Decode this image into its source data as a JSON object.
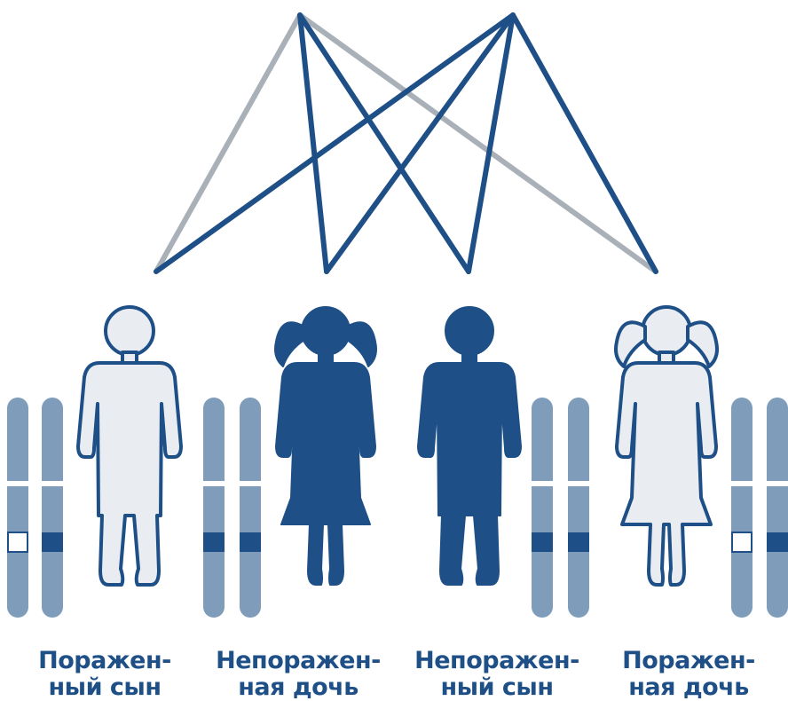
{
  "colors": {
    "affected": "#1e4f86",
    "unaffected_outline": "#1e4f86",
    "unaffected_fill": "#e9edf2",
    "inheritance_line_affected": "#1e4f86",
    "inheritance_line_normal": "#a9b0b8",
    "chromosome": "#7f9cbb",
    "mutant_band": "#1e4f86",
    "normal_band": "#ffffff"
  },
  "children": [
    {
      "icon": "boy-icon",
      "filled": false,
      "line1": "Поражен-",
      "line2": "ный сын"
    },
    {
      "icon": "girl-icon",
      "filled": true,
      "line1": "Непоражен-",
      "line2": "ная дочь"
    },
    {
      "icon": "boy-icon",
      "filled": true,
      "line1": "Непоражен-",
      "line2": "ный сын"
    },
    {
      "icon": "girl-icon",
      "filled": false,
      "line1": "Поражен-",
      "line2": "ная дочь"
    }
  ]
}
